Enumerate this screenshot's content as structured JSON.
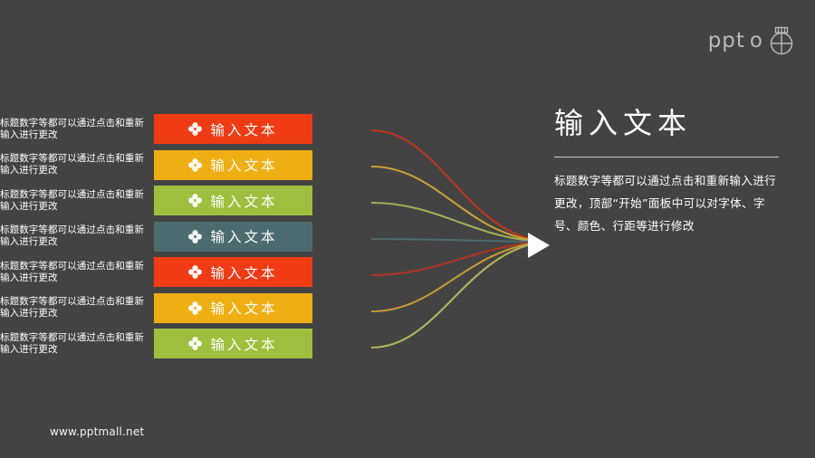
{
  "background_color": "#434343",
  "logo": {
    "word": "ppt",
    "mark_letter": "o",
    "icon_name": "balloon-globe-icon",
    "color": "#b9b9b9"
  },
  "rows": [
    {
      "label": "标题数字等都可以通过点击和重新输入进行更改",
      "bar_text": "输入文本",
      "bar_color": "#F03B14",
      "text_color": "#FFFFFF",
      "curve_color": "#C0351A",
      "icon_name": "clover-icon"
    },
    {
      "label": "标题数字等都可以通过点击和重新输入进行更改",
      "bar_text": "输入文本",
      "bar_color": "#EFAE12",
      "text_color": "#FFFFFF",
      "curve_color": "#C7A132",
      "icon_name": "clover-icon"
    },
    {
      "label": "标题数字等都可以通过点击和重新输入进行更改",
      "bar_text": "输入文本",
      "bar_color": "#9DBF3D",
      "text_color": "#FFFFFF",
      "curve_color": "#A2AE56",
      "icon_name": "clover-icon"
    },
    {
      "label": "标题数字等都可以通过点击和重新输入进行更改",
      "bar_text": "输入文本",
      "bar_color": "#4C6B6E",
      "text_color": "#FFFFFF",
      "curve_color": "#4C6B6E",
      "icon_name": "clover-icon"
    },
    {
      "label": "标题数字等都可以通过点击和重新输入进行更改",
      "bar_text": "输入文本",
      "bar_color": "#F03B14",
      "text_color": "#FFFFFF",
      "curve_color": "#B03420",
      "icon_name": "clover-icon"
    },
    {
      "label": "标题数字等都可以通过点击和重新输入进行更改",
      "bar_text": "输入文本",
      "bar_color": "#EFAE12",
      "text_color": "#FFFFFF",
      "curve_color": "#C39B33",
      "icon_name": "clover-icon"
    },
    {
      "label": "标题数字等都可以通过点击和重新输入进行更改",
      "bar_text": "输入文本",
      "bar_color": "#9DBF3D",
      "text_color": "#FFFFFF",
      "curve_color": "#B4B45C",
      "icon_name": "clover-icon"
    }
  ],
  "arrow": {
    "icon_name": "play-triangle-icon",
    "color": "#FFFFFF"
  },
  "panel": {
    "title": "输入文本",
    "body": "标题数字等都可以通过点击和重新输入进行更改，顶部“开始”面板中可以对字体、字号、颜色、行距等进行修改"
  },
  "footer": {
    "url": "www.pptmall.net"
  }
}
